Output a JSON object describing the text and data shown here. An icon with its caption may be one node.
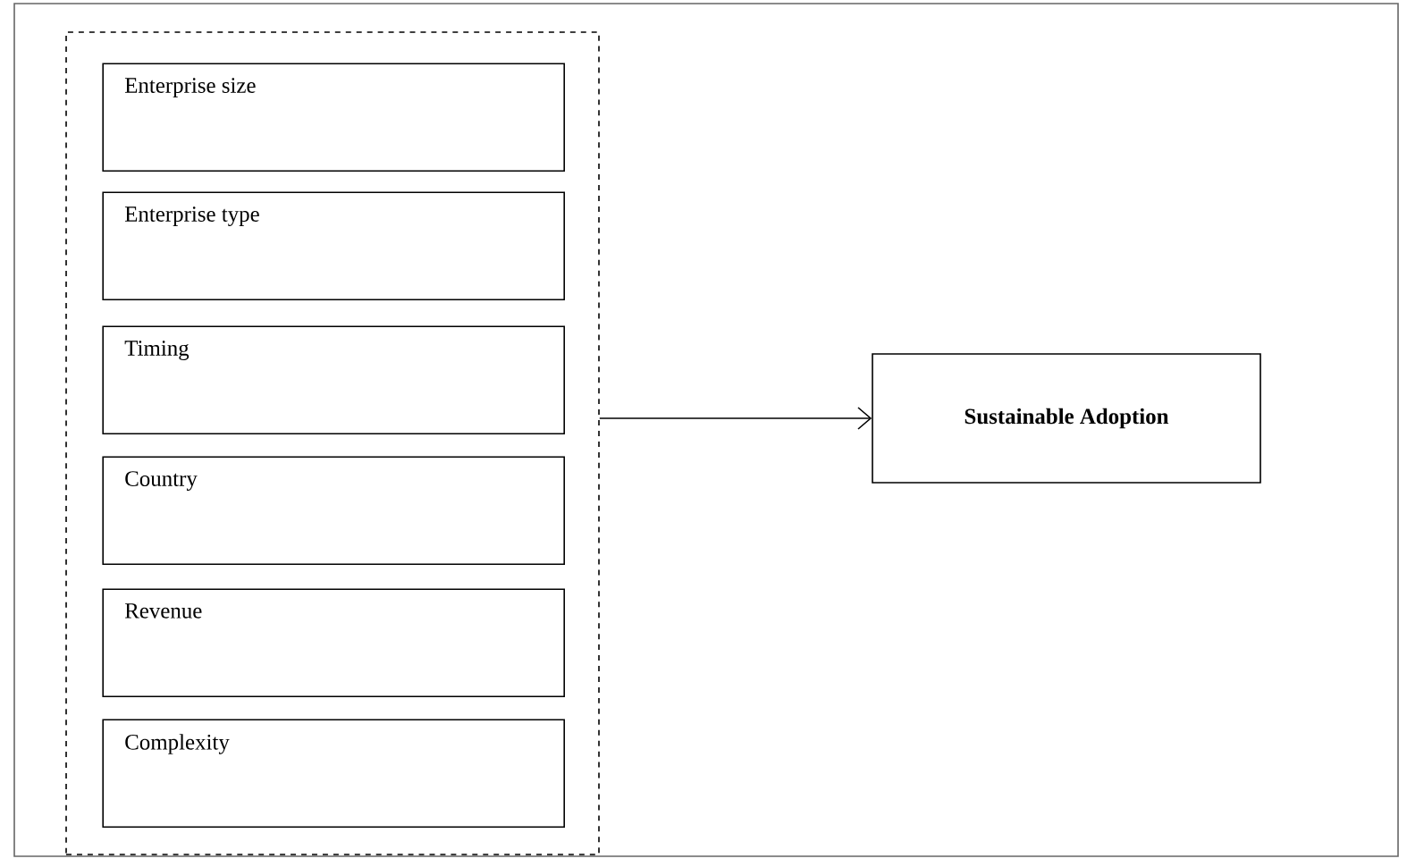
{
  "diagram": {
    "nodes": [
      {
        "text": [],
        "shape": "box"
      },
      {
        "text": [
          "Enterprise size"
        ],
        "in": 0
      },
      {
        "text": [
          "Enterprise type"
        ],
        "in": 0
      },
      {
        "text": [
          "Timing"
        ],
        "in": 0
      },
      {
        "text": [
          "Country"
        ],
        "in": 0
      },
      {
        "text": [
          "Revenue"
        ],
        "in": 0
      },
      {
        "text": [
          "Complexity"
        ],
        "in": 0
      },
      {
        "text": [
          "Sustainable Adoption"
        ]
      }
    ],
    "edges": [
      {
        "from": 0,
        "to": 7,
        "arrow": "to"
      }
    ]
  }
}
